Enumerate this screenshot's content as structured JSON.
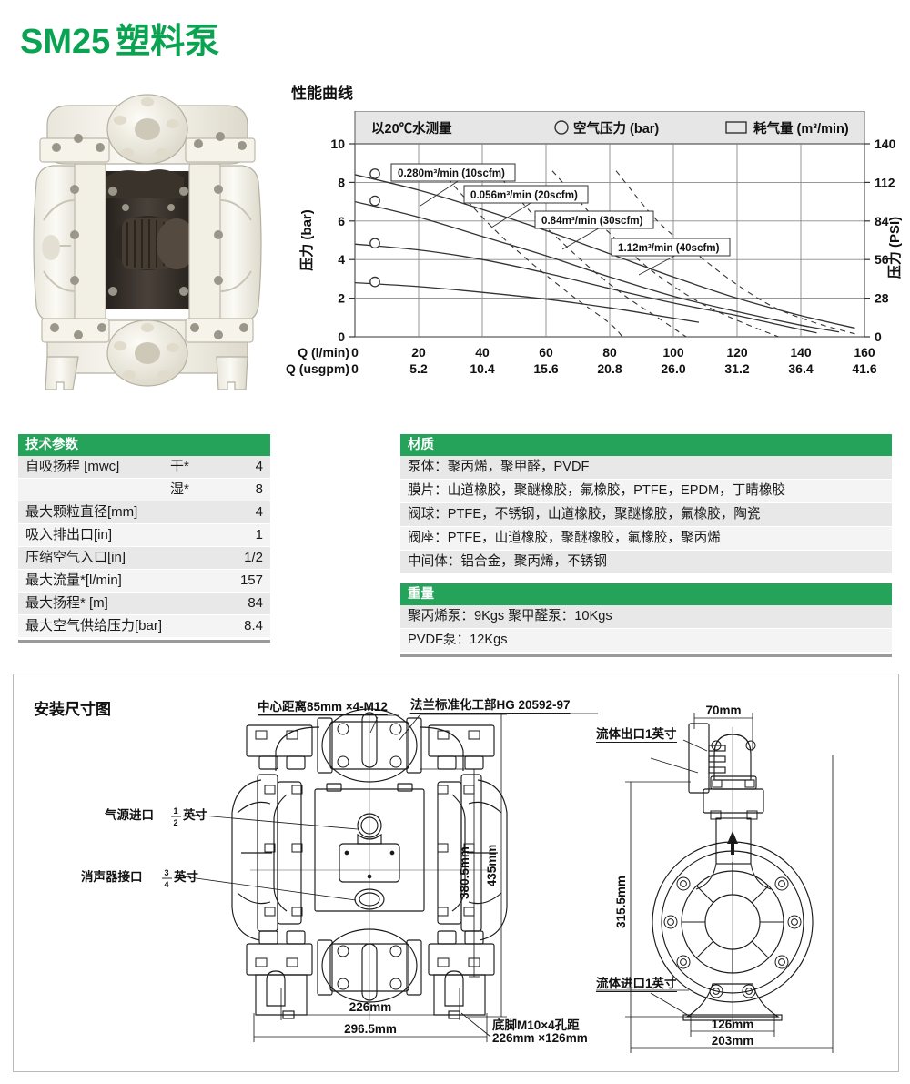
{
  "header": {
    "model": "SM25",
    "product_name": "塑料泵"
  },
  "photo": {
    "alt": "SM25 plastic diaphragm pump"
  },
  "chart": {
    "title": "性能曲线",
    "legend": {
      "condition": "以20℃水测量",
      "series1_label": "空气压力 (bar)",
      "series1_marker": "circle-marker-icon",
      "series2_label": "耗气量 (m³/min)",
      "series2_marker": "rect-marker-icon"
    }
  },
  "chart_data": {
    "type": "line",
    "title": "性能曲线",
    "xlabel": "Q (l/min)",
    "xlabel2": "Q (usgpm)",
    "ylabel": "压力 (bar)",
    "ylabel_right": "压力 (PSI)",
    "xlim": [
      0,
      160
    ],
    "ylim": [
      0,
      10
    ],
    "ylim_right": [
      0,
      140
    ],
    "grid": true,
    "legend_position": "top",
    "x_ticks_lmin": [
      0,
      20,
      40,
      60,
      80,
      100,
      120,
      140,
      160
    ],
    "x_ticks_usgpm": [
      "0",
      "5.2",
      "10.4",
      "15.6",
      "20.8",
      "26.0",
      "31.2",
      "36.4",
      "41.6"
    ],
    "y_ticks_bar": [
      0,
      2,
      4,
      6,
      8,
      10
    ],
    "y_ticks_psi": [
      0,
      28,
      56,
      84,
      112,
      140
    ],
    "annotations": [
      "0.280m³/min (10scfm)",
      "0.056m³/min (20scfm)",
      "0.84m³/min (30scfm)",
      "1.12m³/min (40scfm)"
    ],
    "series": [
      {
        "name": "空气压力 (bar) 8.4bar",
        "style": "solid",
        "marker": "circle",
        "points": [
          [
            0,
            8.4
          ],
          [
            20,
            7.6
          ],
          [
            40,
            6.6
          ],
          [
            60,
            5.5
          ],
          [
            80,
            4.3
          ],
          [
            100,
            3.1
          ],
          [
            120,
            2.0
          ],
          [
            140,
            1.1
          ],
          [
            157,
            0.45
          ]
        ]
      },
      {
        "name": "空气压力 (bar) 7.0bar",
        "style": "solid",
        "marker": "circle",
        "points": [
          [
            0,
            7.0
          ],
          [
            20,
            6.2
          ],
          [
            40,
            5.2
          ],
          [
            60,
            4.2
          ],
          [
            80,
            3.1
          ],
          [
            100,
            2.1
          ],
          [
            120,
            1.3
          ],
          [
            140,
            0.6
          ],
          [
            152,
            0.25
          ]
        ]
      },
      {
        "name": "空气压力 (bar) 4.8bar",
        "style": "solid",
        "marker": "circle",
        "points": [
          [
            0,
            4.8
          ],
          [
            20,
            4.5
          ],
          [
            40,
            4.0
          ],
          [
            60,
            3.3
          ],
          [
            80,
            2.5
          ],
          [
            100,
            1.75
          ],
          [
            120,
            1.1
          ],
          [
            135,
            0.55
          ],
          [
            145,
            0.2
          ]
        ]
      },
      {
        "name": "空气压力 (bar) 2.8bar",
        "style": "solid",
        "marker": "circle",
        "points": [
          [
            0,
            2.8
          ],
          [
            20,
            2.6
          ],
          [
            40,
            2.3
          ],
          [
            60,
            1.95
          ],
          [
            80,
            1.5
          ],
          [
            95,
            1.1
          ],
          [
            108,
            0.75
          ]
        ]
      },
      {
        "name": "耗气量 0.280m³/min (10scfm)",
        "style": "dashed",
        "points": [
          [
            27,
            8.6
          ],
          [
            40,
            6.2
          ],
          [
            50,
            4.6
          ],
          [
            60,
            3.2
          ],
          [
            70,
            1.9
          ],
          [
            80,
            0.7
          ],
          [
            84,
            0.0
          ]
        ]
      },
      {
        "name": "耗气量 0.056m³/min (20scfm)",
        "style": "dashed",
        "points": [
          [
            44,
            8.6
          ],
          [
            55,
            6.5
          ],
          [
            65,
            4.9
          ],
          [
            75,
            3.4
          ],
          [
            85,
            2.1
          ],
          [
            95,
            1.0
          ],
          [
            104,
            0.0
          ]
        ]
      },
      {
        "name": "耗气量 0.84m³/min (30scfm)",
        "style": "dashed",
        "points": [
          [
            62,
            8.6
          ],
          [
            75,
            6.2
          ],
          [
            85,
            4.6
          ],
          [
            95,
            3.2
          ],
          [
            108,
            1.8
          ],
          [
            120,
            0.85
          ],
          [
            133,
            0.0
          ]
        ]
      },
      {
        "name": "耗气量 1.12m³/min (40scfm)",
        "style": "dashed",
        "points": [
          [
            82,
            8.6
          ],
          [
            95,
            6.0
          ],
          [
            108,
            4.2
          ],
          [
            120,
            2.7
          ],
          [
            132,
            1.5
          ],
          [
            145,
            0.7
          ],
          [
            157,
            0.15
          ]
        ]
      }
    ]
  },
  "tech_params": {
    "header": "技术参数",
    "rows": [
      {
        "label": "自吸扬程 [mwc]",
        "sub": "干*",
        "value": "4"
      },
      {
        "label": "",
        "sub": "湿*",
        "value": "8"
      },
      {
        "label": "最大颗粒直径[mm]",
        "sub": "",
        "value": "4"
      },
      {
        "label": "吸入排出口[in]",
        "sub": "",
        "value": "1"
      },
      {
        "label": "压缩空气入口[in]",
        "sub": "",
        "value": "1/2"
      },
      {
        "label": "最大流量*[l/min]",
        "sub": "",
        "value": "157"
      },
      {
        "label": "最大扬程* [m]",
        "sub": "",
        "value": "84"
      },
      {
        "label": "最大空气供给压力[bar]",
        "sub": "",
        "value": "8.4"
      }
    ]
  },
  "materials": {
    "header": "材质",
    "rows": [
      "泵体：聚丙烯，聚甲醛，PVDF",
      "膜片：山道橡胶，聚醚橡胶，氟橡胶，PTFE，EPDM，丁睛橡胶",
      "阀球：PTFE，不锈钢，山道橡胶，聚醚橡胶，氟橡胶，陶瓷",
      "阀座：PTFE，山道橡胶，聚醚橡胶，氟橡胶，聚丙烯",
      "中间体：铝合金，聚丙烯，不锈钢"
    ]
  },
  "weight": {
    "header": "重量",
    "rows": [
      "聚丙烯泵：9Kgs  聚甲醛泵：10Kgs",
      "PVDF泵：12Kgs"
    ]
  },
  "dimensions": {
    "title": "安装尺寸图",
    "front_view": {
      "top_label_1": "中心距离85mm ×4-M12",
      "top_label_2": "法兰标准化工部HG 20592-97",
      "air_inlet": {
        "prefix": "气源进口",
        "num": "1",
        "den": "2",
        "suffix": "英寸"
      },
      "muffler": {
        "prefix": "消声器接口",
        "num": "3",
        "den": "4",
        "suffix": "英寸"
      },
      "height_1": "380.5mm",
      "height_2": "435mm",
      "width_1": "226mm",
      "width_2": "296.5mm",
      "foot_label_1": "底脚M10×4孔距",
      "foot_label_2": "226mm ×126mm"
    },
    "side_view": {
      "depth_top": "70mm",
      "outlet_label": "流体出口1英寸",
      "inlet_label": "流体进口1英寸",
      "height": "315.5mm",
      "width_1": "126mm",
      "width_2": "203mm"
    }
  },
  "colors": {
    "brand_green": "#0aa352",
    "table_header_green": "#25a35a",
    "row_light": "#f4f4f4",
    "row_dark": "#e8e8e8"
  }
}
